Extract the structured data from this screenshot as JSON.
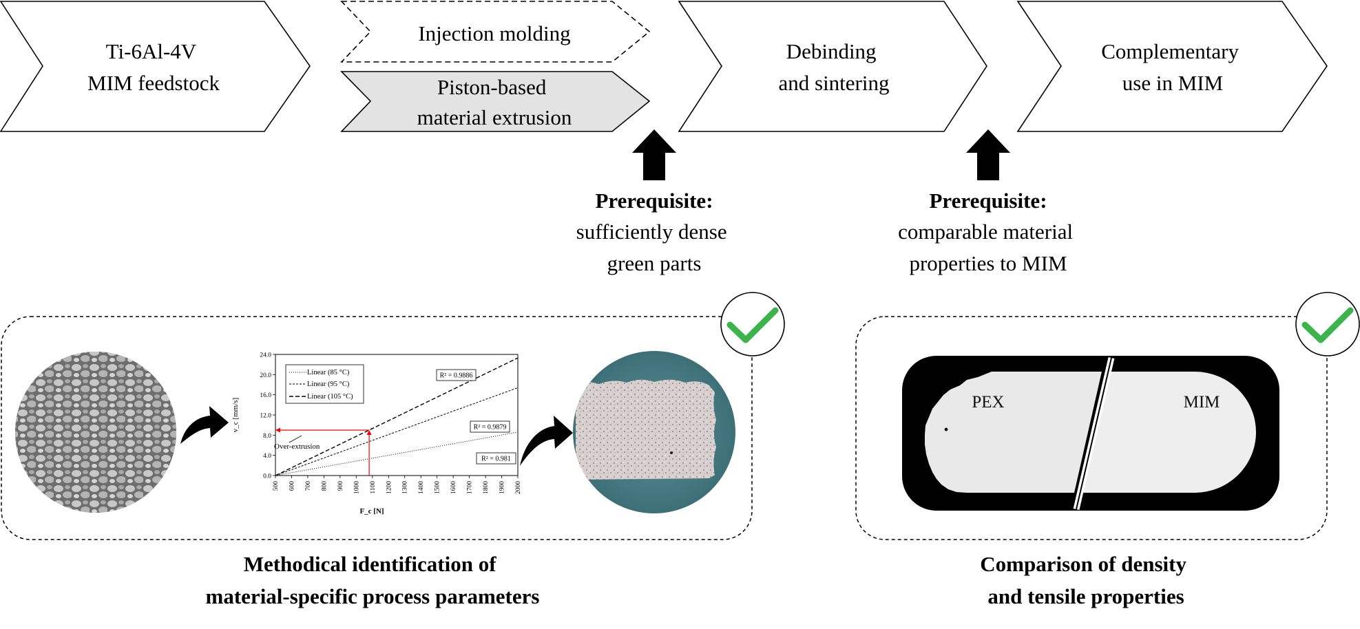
{
  "process_steps": [
    {
      "id": "feedstock",
      "lines": [
        "Ti-6Al-4V",
        "MIM feedstock"
      ],
      "style": "solid"
    },
    {
      "id": "injection",
      "lines": [
        "Injection molding"
      ],
      "style": "dashed"
    },
    {
      "id": "extrusion",
      "lines": [
        "Piston-based",
        "material extrusion"
      ],
      "style": "solid-gray"
    },
    {
      "id": "sintering",
      "lines": [
        "Debinding",
        "and sintering"
      ],
      "style": "solid"
    },
    {
      "id": "complementary",
      "lines": [
        "Complementary",
        "use in MIM"
      ],
      "style": "solid"
    }
  ],
  "prerequisites": [
    {
      "title": "Prerequisite:",
      "lines": [
        "sufficiently dense",
        "green parts"
      ]
    },
    {
      "title": "Prerequisite:",
      "lines": [
        "comparable material",
        "properties to MIM"
      ]
    }
  ],
  "panels": [
    {
      "caption": [
        "Methodical identification of",
        "material-specific process parameters"
      ]
    },
    {
      "caption": [
        "Comparison of density",
        "and tensile properties"
      ]
    }
  ],
  "specimen_labels": {
    "left": "PEX",
    "right": "MIM"
  },
  "colors": {
    "check": "#3cb44b",
    "arrow": "#000000",
    "step_gray": "#e3e3e3",
    "red_marker": "#ff0000",
    "specimen_bg": "#000000",
    "specimen_fill": "#e9e9e9"
  },
  "icons": {
    "check": "check-mark-icon",
    "up_arrow": "block-up-arrow-icon",
    "curved_arrow": "curved-right-arrow-icon"
  },
  "chart_data": {
    "type": "line",
    "xlabel": "F_c [N]",
    "ylabel": "v_c [mm/s]",
    "xlim": [
      500,
      2000
    ],
    "ylim": [
      0,
      24
    ],
    "x_ticks": [
      500,
      600,
      700,
      800,
      900,
      1000,
      1100,
      1200,
      1300,
      1400,
      1500,
      1600,
      1700,
      1800,
      1900,
      2000
    ],
    "y_ticks": [
      0.0,
      4.0,
      8.0,
      12.0,
      16.0,
      20.0,
      24.0
    ],
    "series": [
      {
        "name": "Linear (85 °C)",
        "dash": "dotted",
        "x": [
          500,
          2000
        ],
        "y": [
          0,
          8.6
        ],
        "r2_label": "R² = 0.981"
      },
      {
        "name": "Linear (95 °C)",
        "dash": "dashed",
        "x": [
          500,
          2000
        ],
        "y": [
          0,
          17.4
        ],
        "r2_label": "R² = 0.9879"
      },
      {
        "name": "Linear (105 °C)",
        "dash": "long-dash",
        "x": [
          500,
          2000
        ],
        "y": [
          0,
          23.3
        ],
        "r2_label": "R² = 0.9886"
      }
    ],
    "annotation": {
      "text": "Over-extrusion",
      "red_guide": {
        "x": 1080,
        "y": 9.0
      }
    },
    "legend": "top-left",
    "grid": false
  }
}
